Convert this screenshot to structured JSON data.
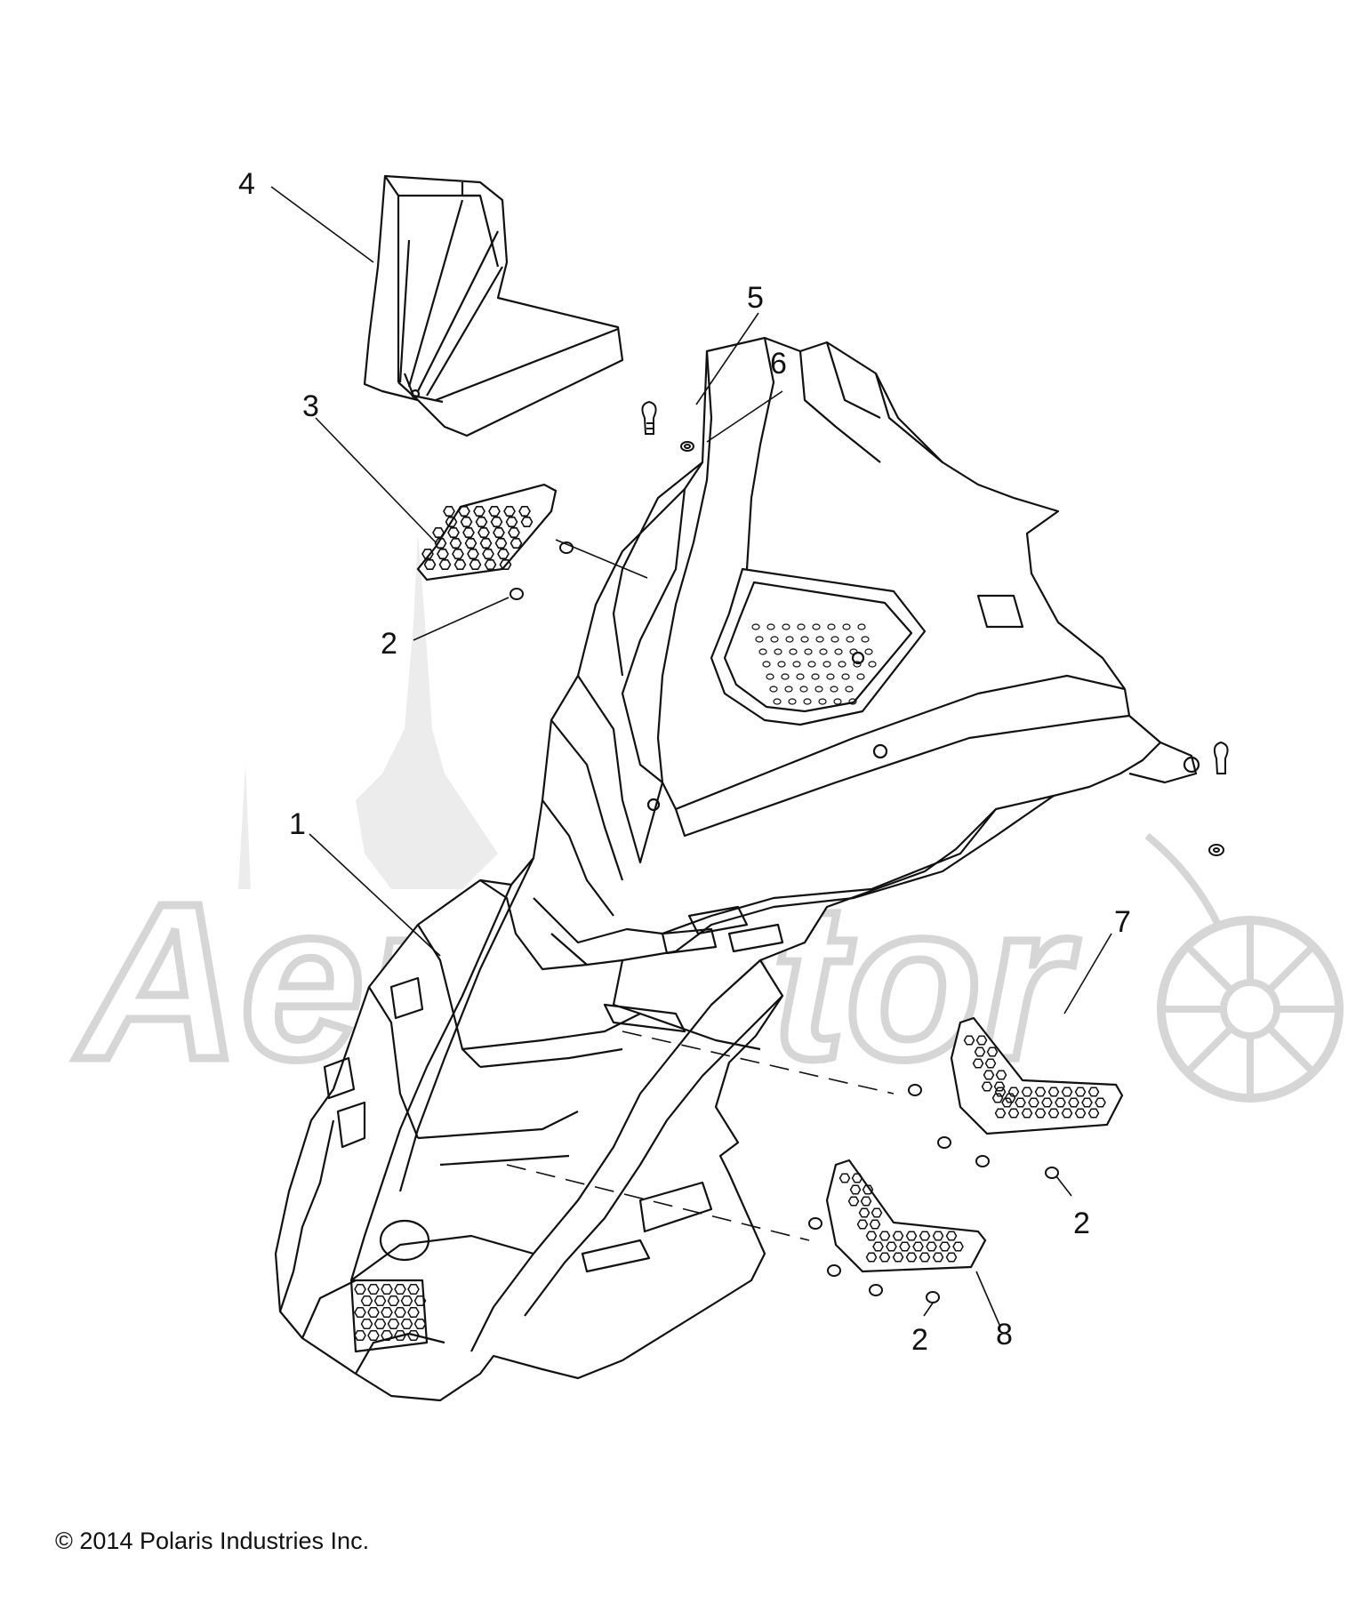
{
  "watermark": {
    "text": "AerMotor"
  },
  "copyright": "© 2014 Polaris Industries Inc.",
  "callouts": {
    "c1": "1",
    "c2a": "2",
    "c2b": "2",
    "c2c": "2",
    "c3": "3",
    "c4": "4",
    "c5": "5",
    "c6": "6",
    "c7": "7",
    "c8": "8"
  },
  "colors": {
    "line": "#111111",
    "watermark": "#d6d6d6",
    "background": "#ffffff"
  }
}
